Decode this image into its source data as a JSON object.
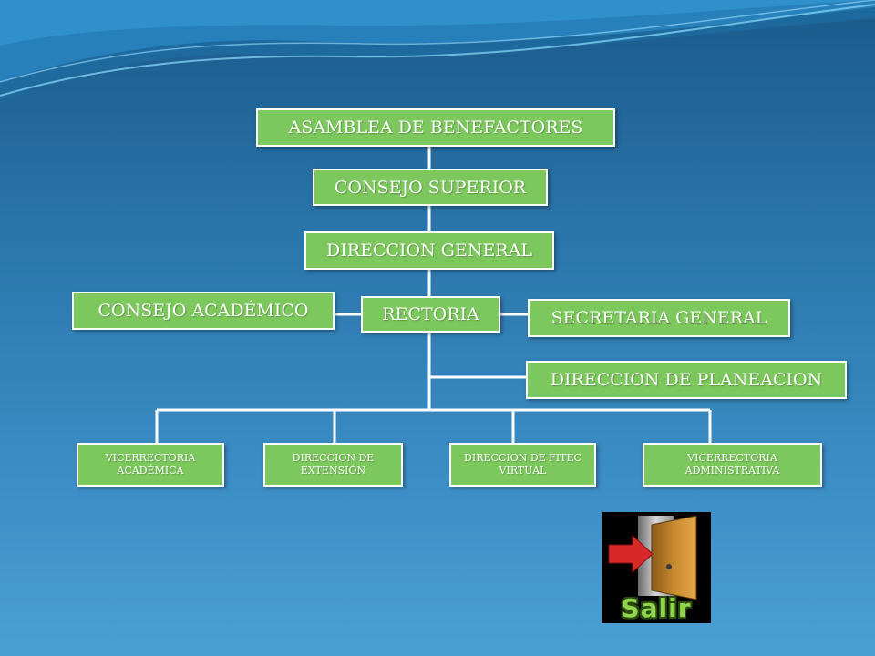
{
  "colors": {
    "node_fill": "#7cc85d",
    "node_border": "#ffffff",
    "connector": "#ffffff",
    "exit_label": "#8fd44a"
  },
  "org_chart": {
    "nodes": {
      "asamblea": "ASAMBLEA DE BENEFACTORES",
      "consejo_superior": "CONSEJO SUPERIOR",
      "direccion_general": "DIRECCION GENERAL",
      "rectoria": "RECTORIA",
      "consejo_academico": "CONSEJO ACADÉMICO",
      "secretaria_general": "SECRETARIA GENERAL",
      "direccion_planeacion": "DIRECCION DE PLANEACION",
      "vicerrectoria_academica": "VICERRECTORIA ACADÉMICA",
      "direccion_extension": "DIRECCION DE EXTENSIÓN",
      "direccion_fitec": "DIRECCION DE FITEC VIRTUAL",
      "vicerrectoria_administrativa": "VICERRECTORIA ADMINISTRATIVA"
    }
  },
  "exit_button": {
    "label": "Salir",
    "icon": "exit-door-icon"
  }
}
